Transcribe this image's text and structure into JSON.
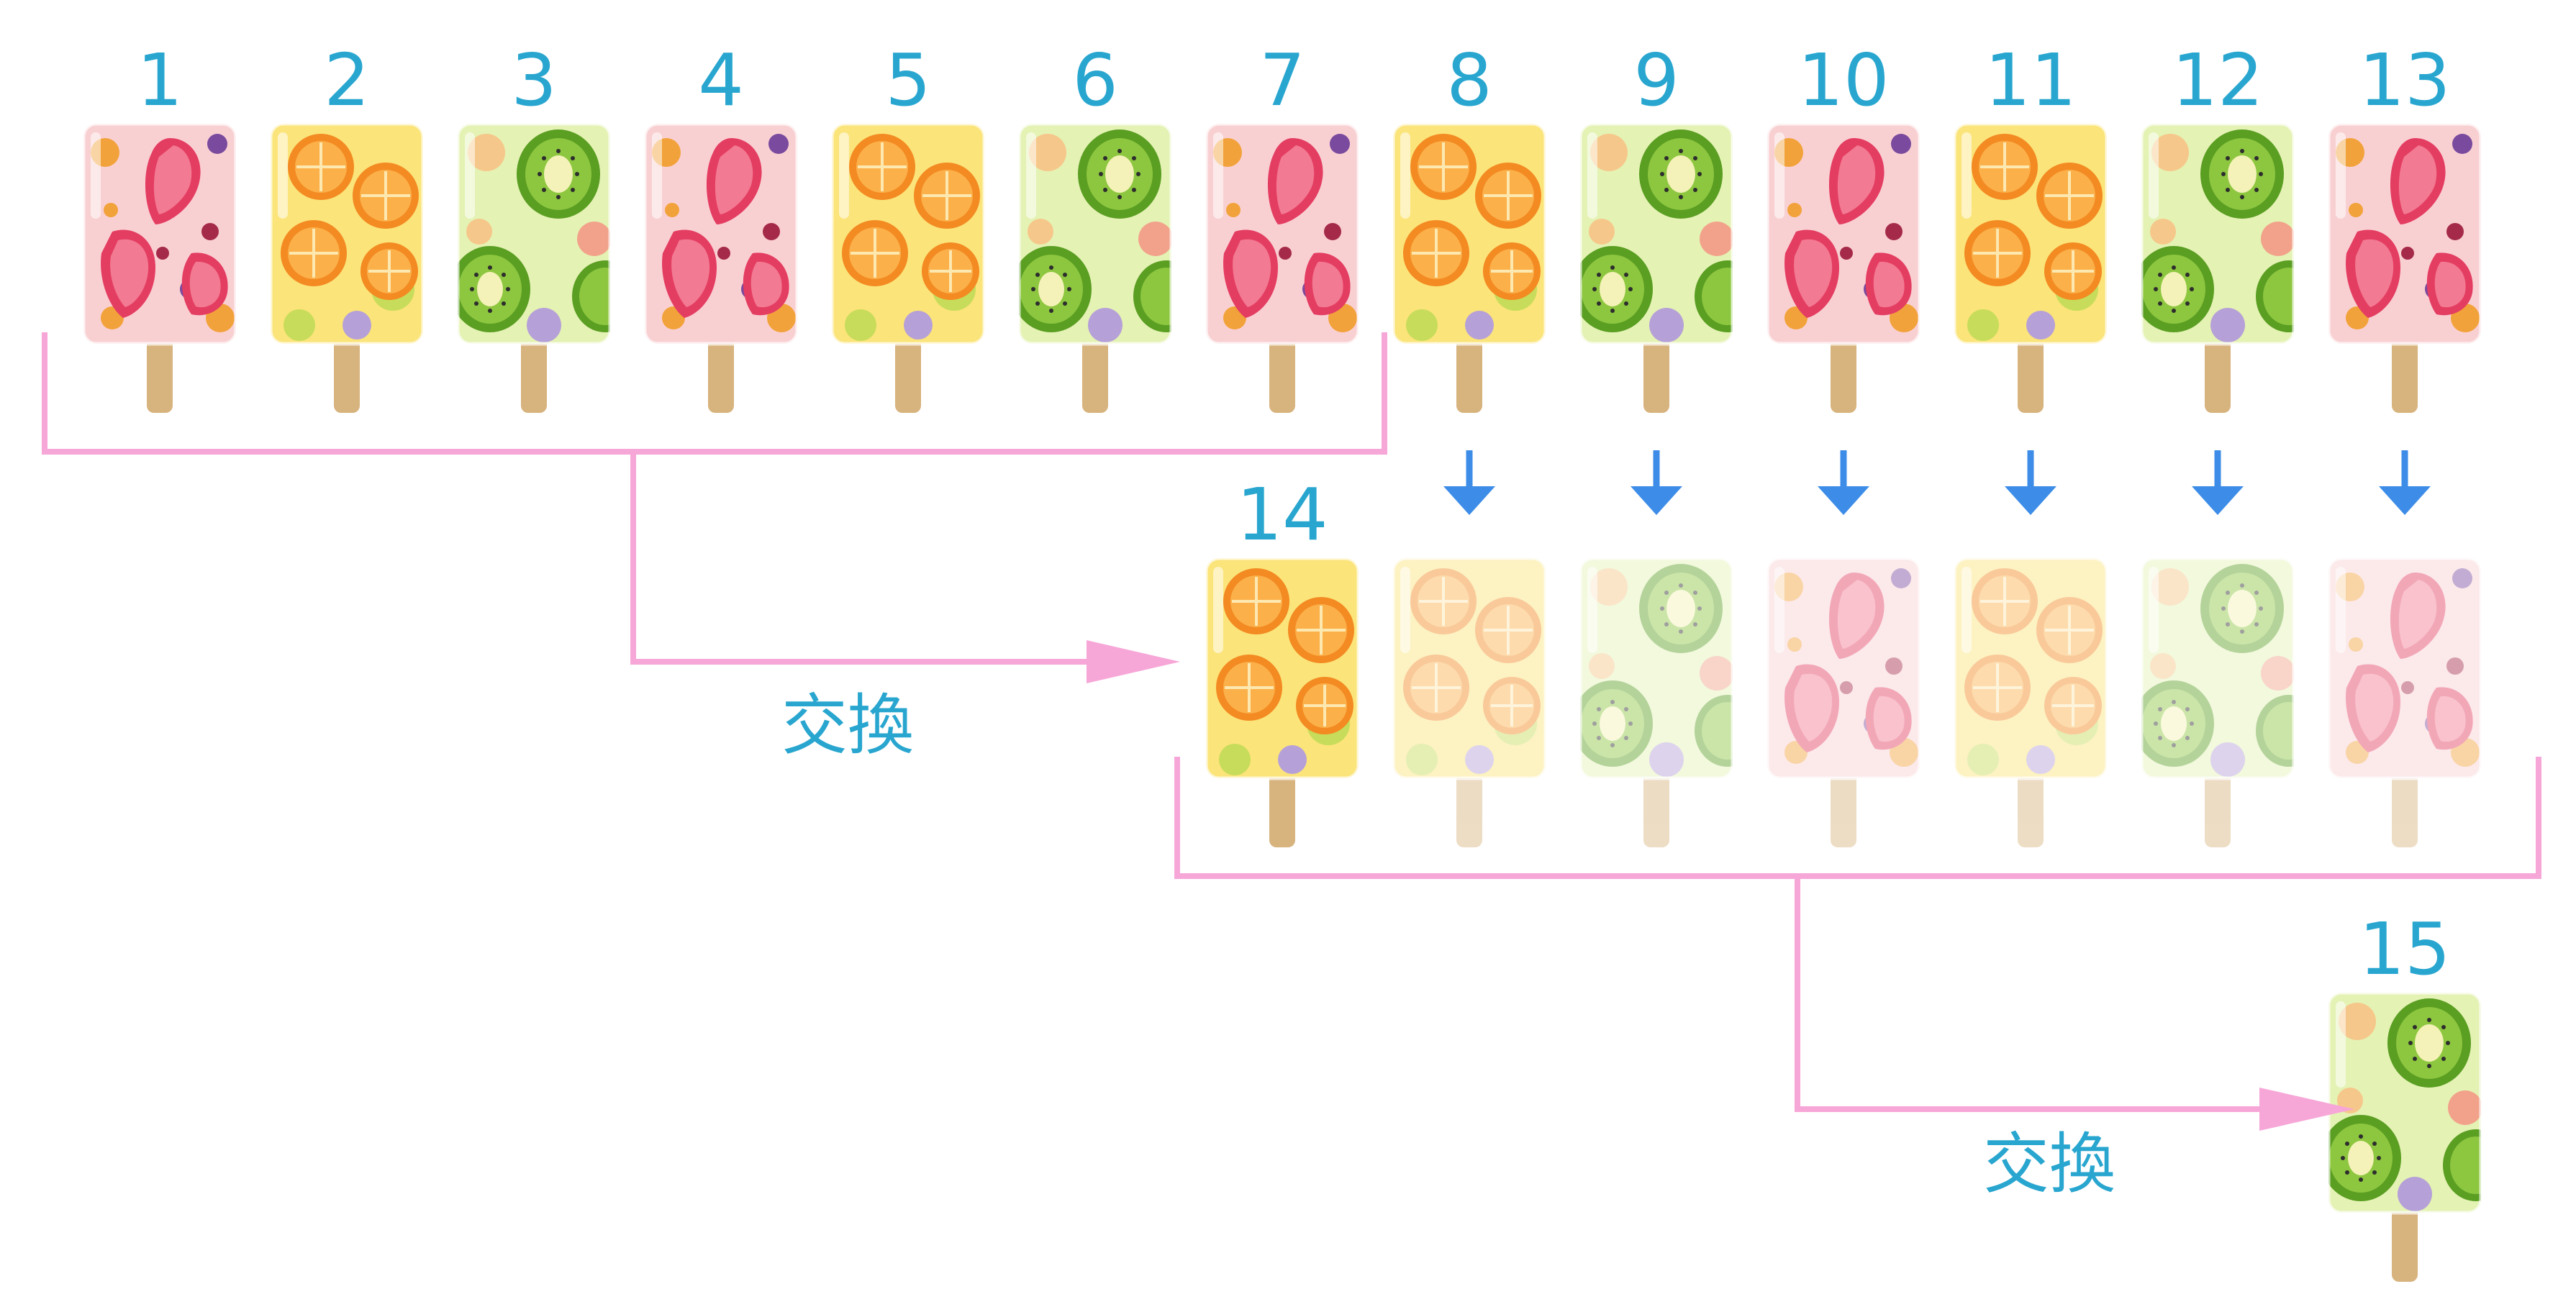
{
  "popsicles": [
    {
      "number": "1",
      "flavor": "strawberry",
      "faded": false
    },
    {
      "number": "2",
      "flavor": "orange",
      "faded": false
    },
    {
      "number": "3",
      "flavor": "kiwi",
      "faded": false
    },
    {
      "number": "4",
      "flavor": "strawberry",
      "faded": false
    },
    {
      "number": "5",
      "flavor": "orange",
      "faded": false
    },
    {
      "number": "6",
      "flavor": "kiwi",
      "faded": false
    },
    {
      "number": "7",
      "flavor": "strawberry",
      "faded": false
    },
    {
      "number": "8",
      "flavor": "orange",
      "faded": false
    },
    {
      "number": "9",
      "flavor": "kiwi",
      "faded": false
    },
    {
      "number": "10",
      "flavor": "strawberry",
      "faded": false
    },
    {
      "number": "11",
      "flavor": "orange",
      "faded": false
    },
    {
      "number": "12",
      "flavor": "kiwi",
      "faded": false
    },
    {
      "number": "13",
      "flavor": "strawberry",
      "faded": false
    },
    {
      "number": "14",
      "flavor": "orange",
      "faded": false
    },
    {
      "number": "",
      "flavor": "orange",
      "faded": true
    },
    {
      "number": "",
      "flavor": "kiwi",
      "faded": true
    },
    {
      "number": "",
      "flavor": "strawberry",
      "faded": true
    },
    {
      "number": "",
      "flavor": "orange",
      "faded": true
    },
    {
      "number": "",
      "flavor": "kiwi",
      "faded": true
    },
    {
      "number": "",
      "flavor": "strawberry",
      "faded": true
    },
    {
      "number": "15",
      "flavor": "kiwi",
      "faded": false
    }
  ],
  "exchange_label_1": "交換",
  "exchange_label_2": "交換",
  "colors": {
    "number_text": "#29a6cf",
    "bracket": "#f7a6d8",
    "carry_arrow": "#3d8de8",
    "stick": "#d7b37d"
  },
  "icons": {
    "strawberry": "strawberry-popsicle-icon",
    "orange": "orange-popsicle-icon",
    "kiwi": "kiwi-popsicle-icon",
    "stick": "popsicle-stick-icon"
  }
}
